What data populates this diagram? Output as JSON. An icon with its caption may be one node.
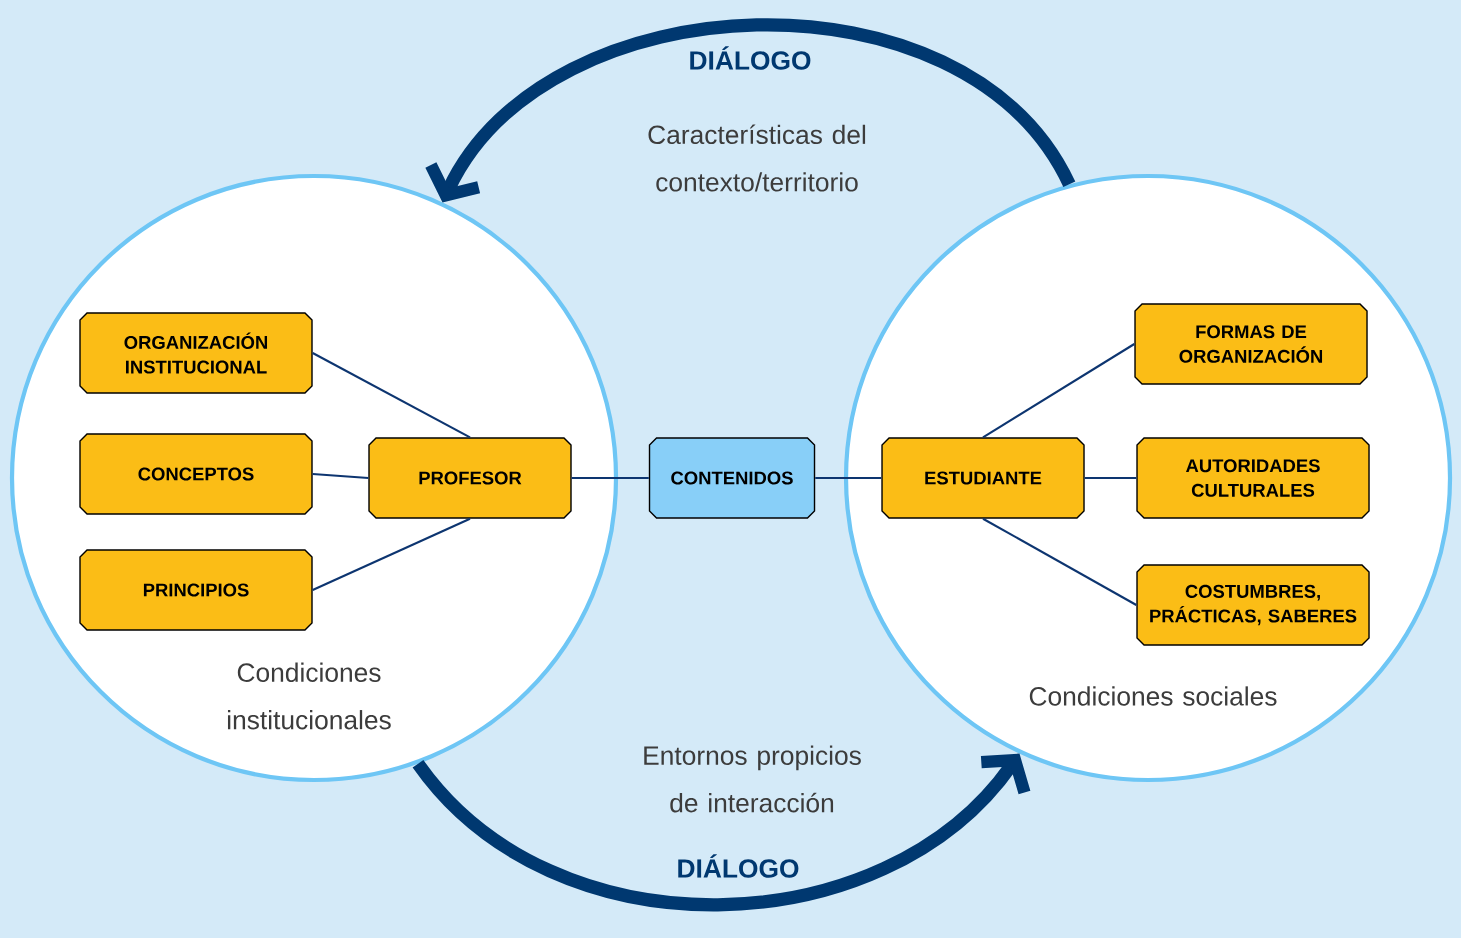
{
  "diagram": {
    "nodes": [
      {
        "text": [
          "Condiciones institucionales"
        ]
      },
      {
        "text": [
          "ORGANIZACIÓN INSTITUCIONAL"
        ],
        "in": 0
      },
      {
        "text": [
          "CONCEPTOS"
        ],
        "in": 0
      },
      {
        "text": [
          "PRINCIPIOS"
        ],
        "in": 0
      },
      {
        "text": [
          "PROFESOR"
        ],
        "in": 0
      },
      {
        "text": [
          "CONTENIDOS"
        ]
      },
      {
        "text": [
          "Condiciones sociales"
        ]
      },
      {
        "text": [
          "ESTUDIANTE"
        ],
        "in": 6
      },
      {
        "text": [
          "FORMAS DE ORGANIZACIÓN"
        ],
        "in": 6
      },
      {
        "text": [
          "AUTORIDADES CULTURALES"
        ],
        "in": 6
      },
      {
        "text": [
          "COSTUMBRES, PRÁCTICAS, SABERES"
        ],
        "in": 6
      }
    ],
    "edges": [
      {
        "from": 6,
        "to": 0,
        "arrow": "to",
        "label": "DIÁLOGO",
        "style": "thick"
      },
      {
        "from": 1,
        "to": 4,
        "arrow": "none"
      },
      {
        "from": 2,
        "to": 4,
        "arrow": "none"
      },
      {
        "from": 3,
        "to": 4,
        "arrow": "none"
      },
      {
        "from": 4,
        "to": 5,
        "arrow": "none"
      },
      {
        "from": 5,
        "to": 7,
        "arrow": "none"
      },
      {
        "from": 7,
        "to": 8,
        "arrow": "none"
      },
      {
        "from": 7,
        "to": 9,
        "arrow": "none"
      },
      {
        "from": 7,
        "to": 10,
        "arrow": "none"
      },
      {
        "from": 0,
        "to": 6,
        "arrow": "to",
        "label": "DIÁLOGO",
        "style": "thick"
      }
    ],
    "labels": [
      "Características del contexto/territorio",
      "Entornos propicios de interacción"
    ]
  }
}
